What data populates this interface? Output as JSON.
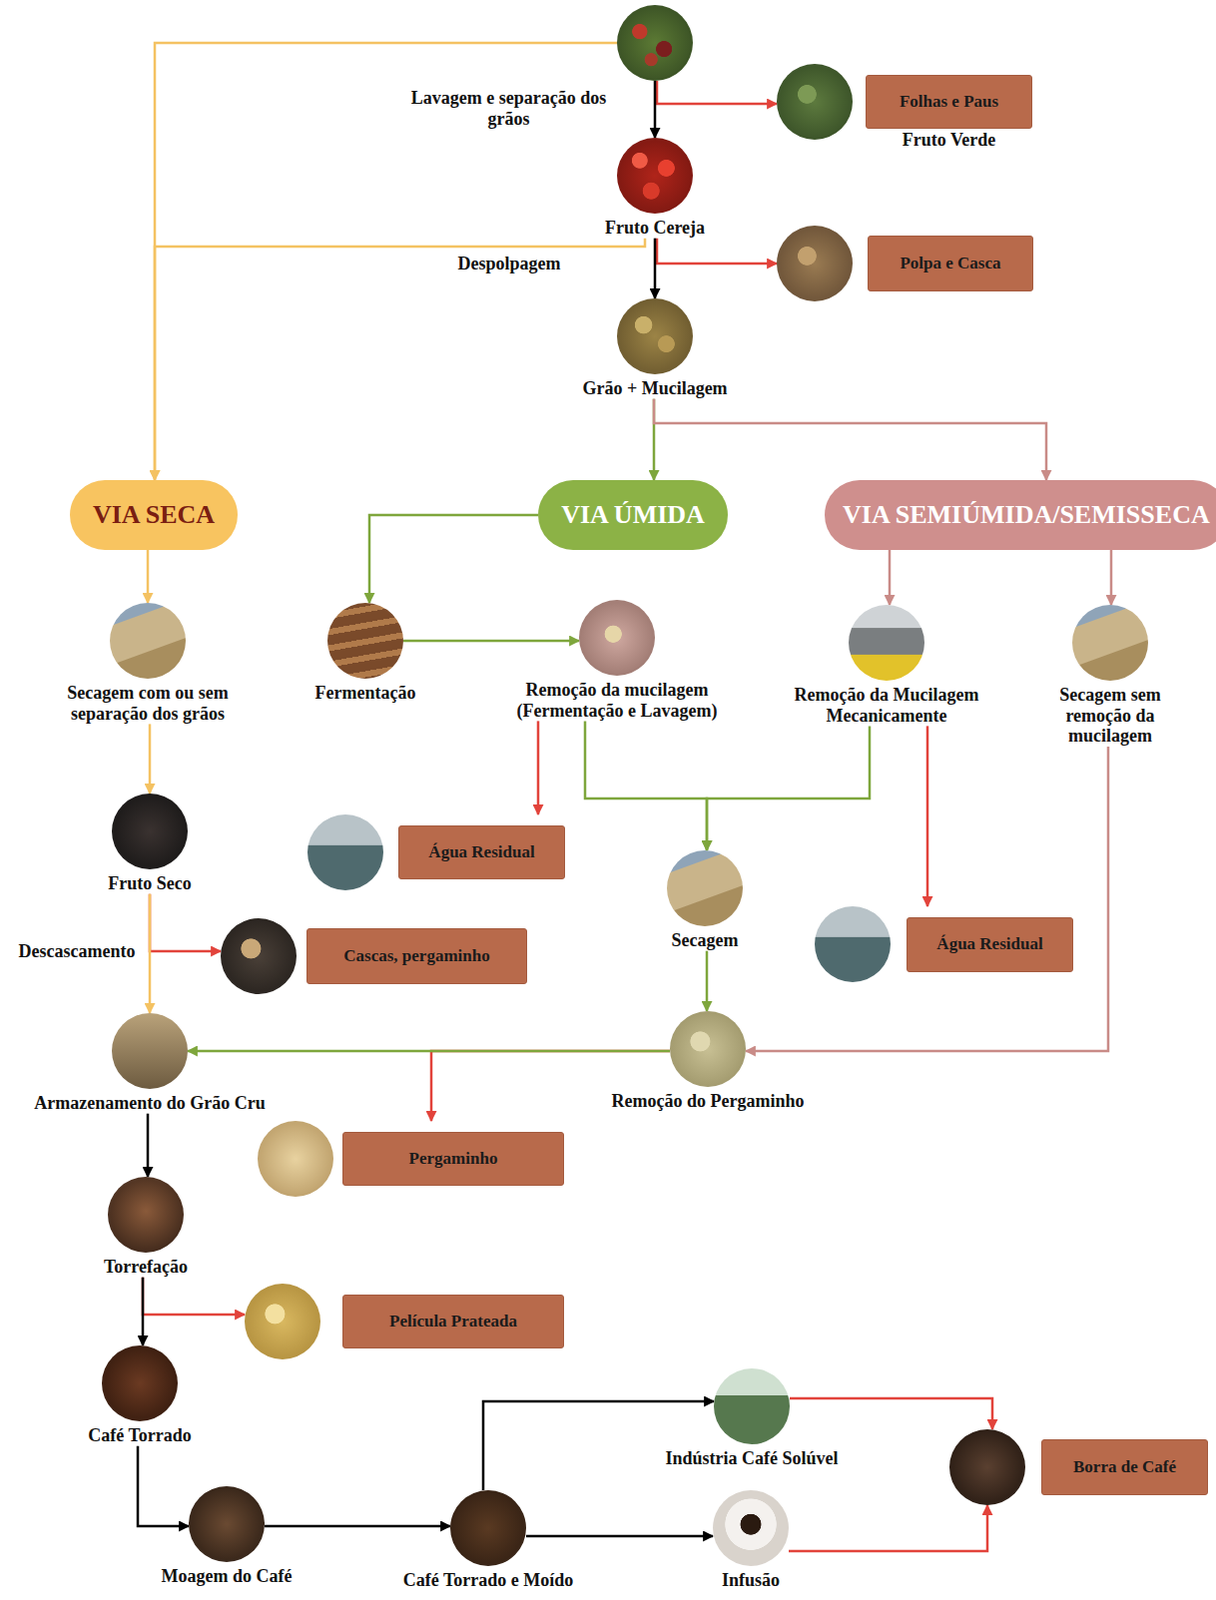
{
  "diagram": {
    "nodes": [
      {
        "text": [
          "Lavagem e separação dos grãos"
        ]
      },
      {
        "text": [
          "Folhas e Paus",
          "Fruto Verde"
        ]
      },
      {
        "text": [
          "Fruto Cereja"
        ]
      },
      {
        "text": [
          "Polpa e Casca"
        ]
      },
      {
        "text": [
          "Grão + Mucilagem"
        ]
      },
      {
        "text": [
          "VIA SECA"
        ]
      },
      {
        "text": [
          "VIA ÚMIDA"
        ]
      },
      {
        "text": [
          "VIA SEMIÚMIDA/SEMISSECA"
        ]
      },
      {
        "text": [
          "Secagem com ou sem separação dos grãos"
        ]
      },
      {
        "text": [
          "Fermentação"
        ]
      },
      {
        "text": [
          "Remoção da mucilagem (Fermentação e Lavagem)"
        ]
      },
      {
        "text": [
          "Remoção da Mucilagem Mecanicamente"
        ]
      },
      {
        "text": [
          "Secagem sem remoção da mucilagem"
        ]
      },
      {
        "text": [
          "Água Residual"
        ]
      },
      {
        "text": [
          "Fruto Seco"
        ]
      },
      {
        "text": [
          "Secagem"
        ]
      },
      {
        "text": [
          "Água Residual"
        ]
      },
      {
        "text": [
          "Cascas, pergaminho"
        ]
      },
      {
        "text": [
          "Armazenamento do Grão Cru"
        ]
      },
      {
        "text": [
          "Remoção do Pergaminho"
        ]
      },
      {
        "text": [
          "Pergaminho"
        ]
      },
      {
        "text": [
          "Torrefação"
        ]
      },
      {
        "text": [
          "Película Prateada"
        ]
      },
      {
        "text": [
          "Café Torrado"
        ]
      },
      {
        "text": [
          "Indústria Café Solúvel"
        ]
      },
      {
        "text": [
          "Borra de Café"
        ]
      },
      {
        "text": [
          "Moagem do Café"
        ]
      },
      {
        "text": [
          "Café Torrado e Moído"
        ]
      },
      {
        "text": [
          "Infusão"
        ]
      }
    ],
    "edges": [
      {
        "from": 0,
        "to": 2,
        "arrow": "to"
      },
      {
        "from": 0,
        "to": 1,
        "arrow": "to"
      },
      {
        "from": 0,
        "to": 5,
        "arrow": "to"
      },
      {
        "from": 2,
        "to": 3,
        "arrow": "to"
      },
      {
        "from": 2,
        "to": 4,
        "arrow": "to",
        "label": "Despolpagem"
      },
      {
        "from": 2,
        "to": 5,
        "arrow": "to"
      },
      {
        "from": 4,
        "to": 6,
        "arrow": "to"
      },
      {
        "from": 4,
        "to": 7,
        "arrow": "to"
      },
      {
        "from": 5,
        "to": 8,
        "arrow": "to"
      },
      {
        "from": 6,
        "to": 9,
        "arrow": "to"
      },
      {
        "from": 9,
        "to": 10,
        "arrow": "to"
      },
      {
        "from": 10,
        "to": 13,
        "arrow": "to"
      },
      {
        "from": 10,
        "to": 15,
        "arrow": "to"
      },
      {
        "from": 11,
        "to": 15,
        "arrow": "to"
      },
      {
        "from": 11,
        "to": 16,
        "arrow": "to"
      },
      {
        "from": 7,
        "to": 11,
        "arrow": "to"
      },
      {
        "from": 7,
        "to": 12,
        "arrow": "to"
      },
      {
        "from": 8,
        "to": 14,
        "arrow": "to"
      },
      {
        "from": 14,
        "to": 18,
        "arrow": "to",
        "label": "Descascamento"
      },
      {
        "from": 14,
        "to": 17,
        "arrow": "to"
      },
      {
        "from": 15,
        "to": 19,
        "arrow": "to"
      },
      {
        "from": 12,
        "to": 19,
        "arrow": "to"
      },
      {
        "from": 19,
        "to": 18,
        "arrow": "to"
      },
      {
        "from": 19,
        "to": 20,
        "arrow": "to"
      },
      {
        "from": 18,
        "to": 21,
        "arrow": "to"
      },
      {
        "from": 21,
        "to": 23,
        "arrow": "to"
      },
      {
        "from": 21,
        "to": 22,
        "arrow": "to"
      },
      {
        "from": 23,
        "to": 26,
        "arrow": "to"
      },
      {
        "from": 26,
        "to": 27,
        "arrow": "to"
      },
      {
        "from": 27,
        "to": 24,
        "arrow": "to"
      },
      {
        "from": 27,
        "to": 28,
        "arrow": "to"
      },
      {
        "from": 24,
        "to": 25,
        "arrow": "to"
      },
      {
        "from": 28,
        "to": 25,
        "arrow": "to"
      }
    ]
  }
}
